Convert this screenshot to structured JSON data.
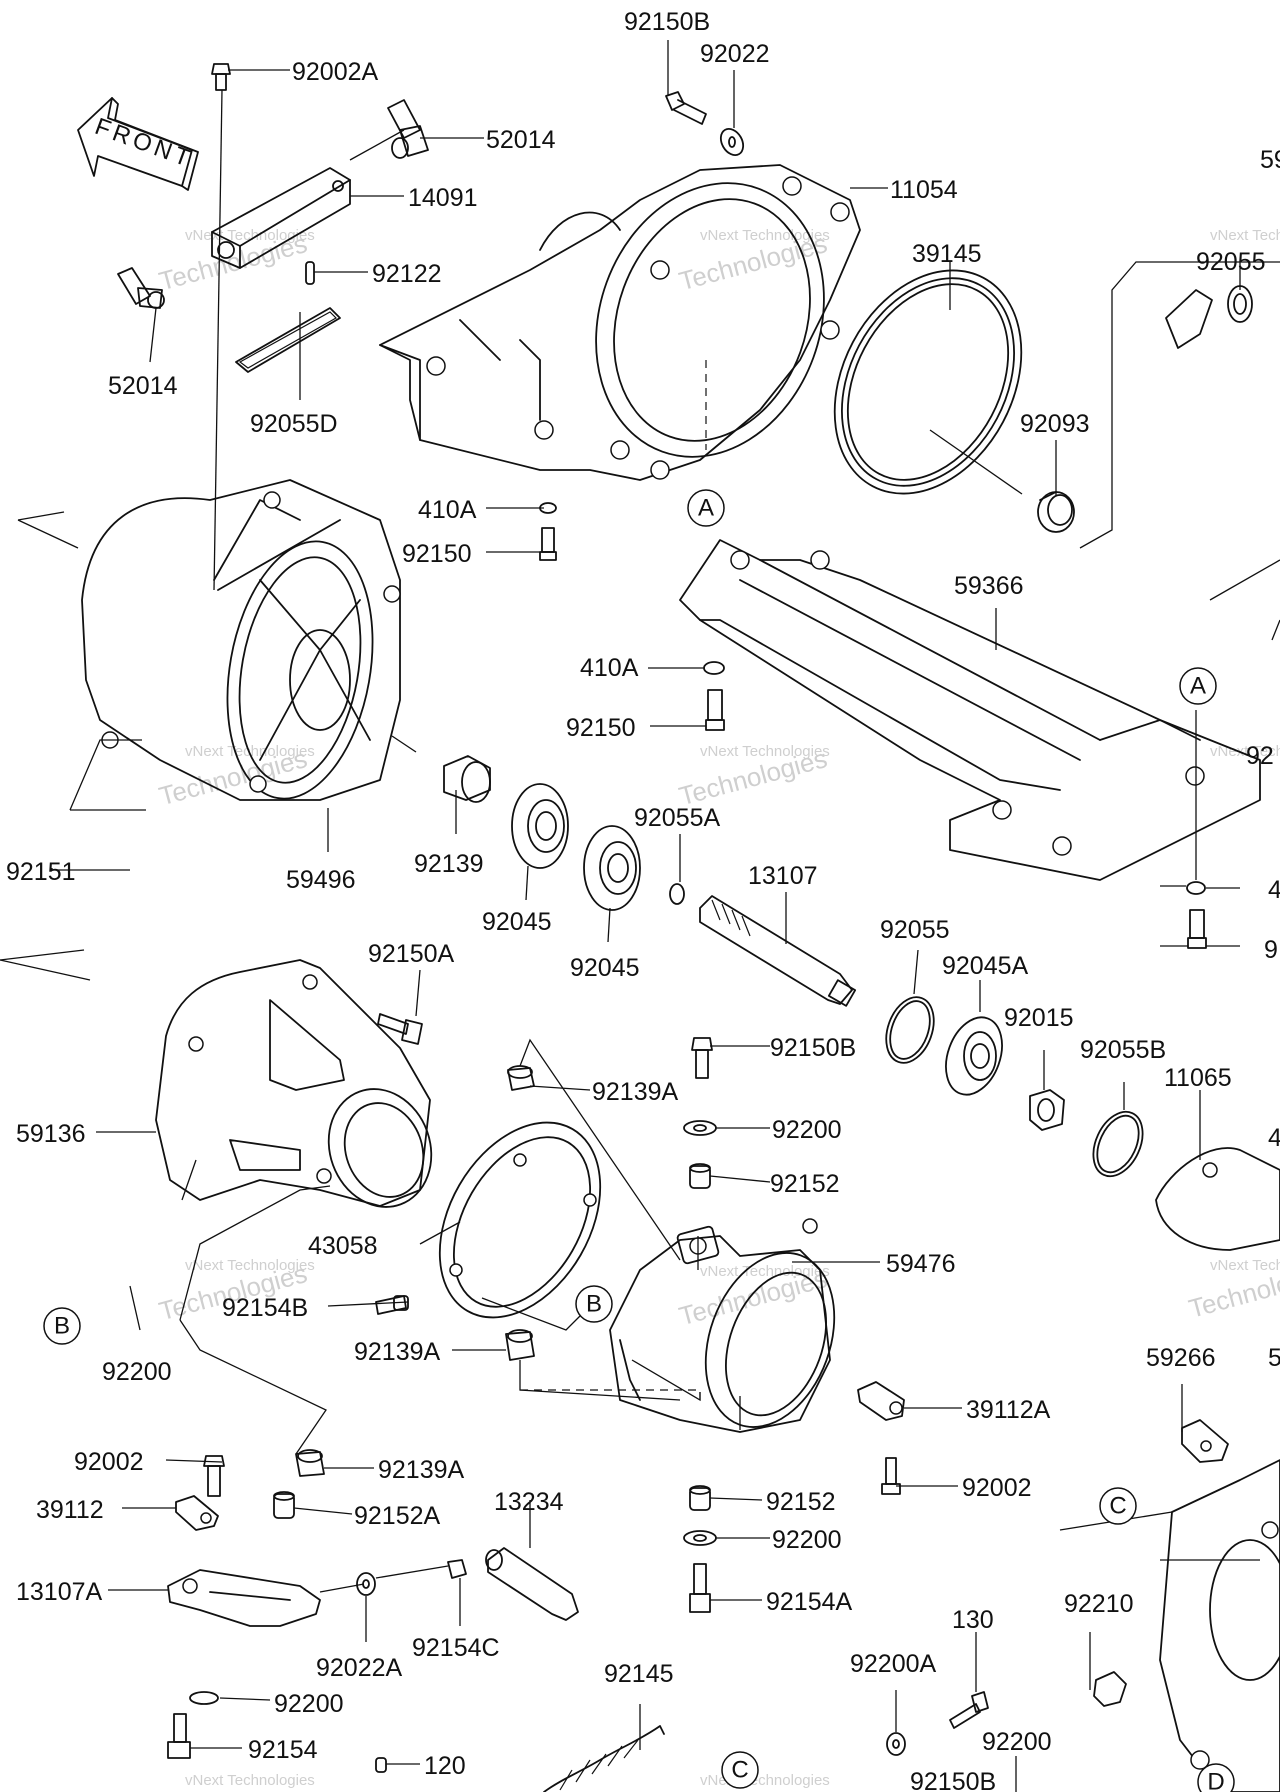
{
  "labels": {
    "p92150B_top": "92150B",
    "p92022": "92022",
    "p92002A": "92002A",
    "p52014_a": "52014",
    "p14091": "14091",
    "p11054": "11054",
    "p59_cut": "59",
    "p39145": "39145",
    "p92055_cut": "92055",
    "p92122": "92122",
    "p52014_b": "52014",
    "p92055D": "92055D",
    "p92093": "92093",
    "p410A_a": "410A",
    "p92150_a": "92150",
    "p59366": "59366",
    "p410A_b": "410A",
    "p92150_b": "92150",
    "p92_cut": "92",
    "p92139": "92139",
    "p92045_a": "92045",
    "p92055A": "92055A",
    "p13107": "13107",
    "p92151": "92151",
    "p59496": "59496",
    "p4_cut_a": "4",
    "p92045_b": "92045",
    "p9_cut": "9",
    "p92150A": "92150A",
    "p92055": "92055",
    "p92045A": "92045A",
    "p92015": "92015",
    "p92150B_mid": "92150B",
    "p92055B": "92055B",
    "p11065": "11065",
    "p92139A_a": "92139A",
    "p59136": "59136",
    "p92200_a": "92200",
    "p4_cut_b": "4",
    "p92152_a": "92152",
    "p43058": "43058",
    "p59476": "59476",
    "p92154B": "92154B",
    "p92139A_b": "92139A",
    "p92200_b": "92200",
    "p39112A": "39112A",
    "p59266": "59266",
    "p5_cut": "5",
    "p92002_a": "92002",
    "p92139A_c": "92139A",
    "p92002_b": "92002",
    "p39112": "39112",
    "p92152A": "92152A",
    "p92152_b": "92152",
    "p13234": "13234",
    "p92200_c": "92200",
    "p13107A": "13107A",
    "p92154A": "92154A",
    "p92210": "92210",
    "p92022A": "92022A",
    "p92154C": "92154C",
    "p130": "130",
    "p92145": "92145",
    "p92200A": "92200A",
    "p92200_d": "92200",
    "p92154": "92154",
    "p92200_e": "92200",
    "p120": "120",
    "p92150B_bot": "92150B"
  },
  "refs": {
    "A1": "A",
    "A2": "A",
    "B1": "B",
    "B2": "B",
    "C1": "C",
    "C2": "C",
    "D1": "D"
  },
  "front_arrow": "FRONT",
  "watermark": {
    "line1": "vNext Technologies",
    "line2": "Technologies",
    "color": "#cfcfcf"
  }
}
